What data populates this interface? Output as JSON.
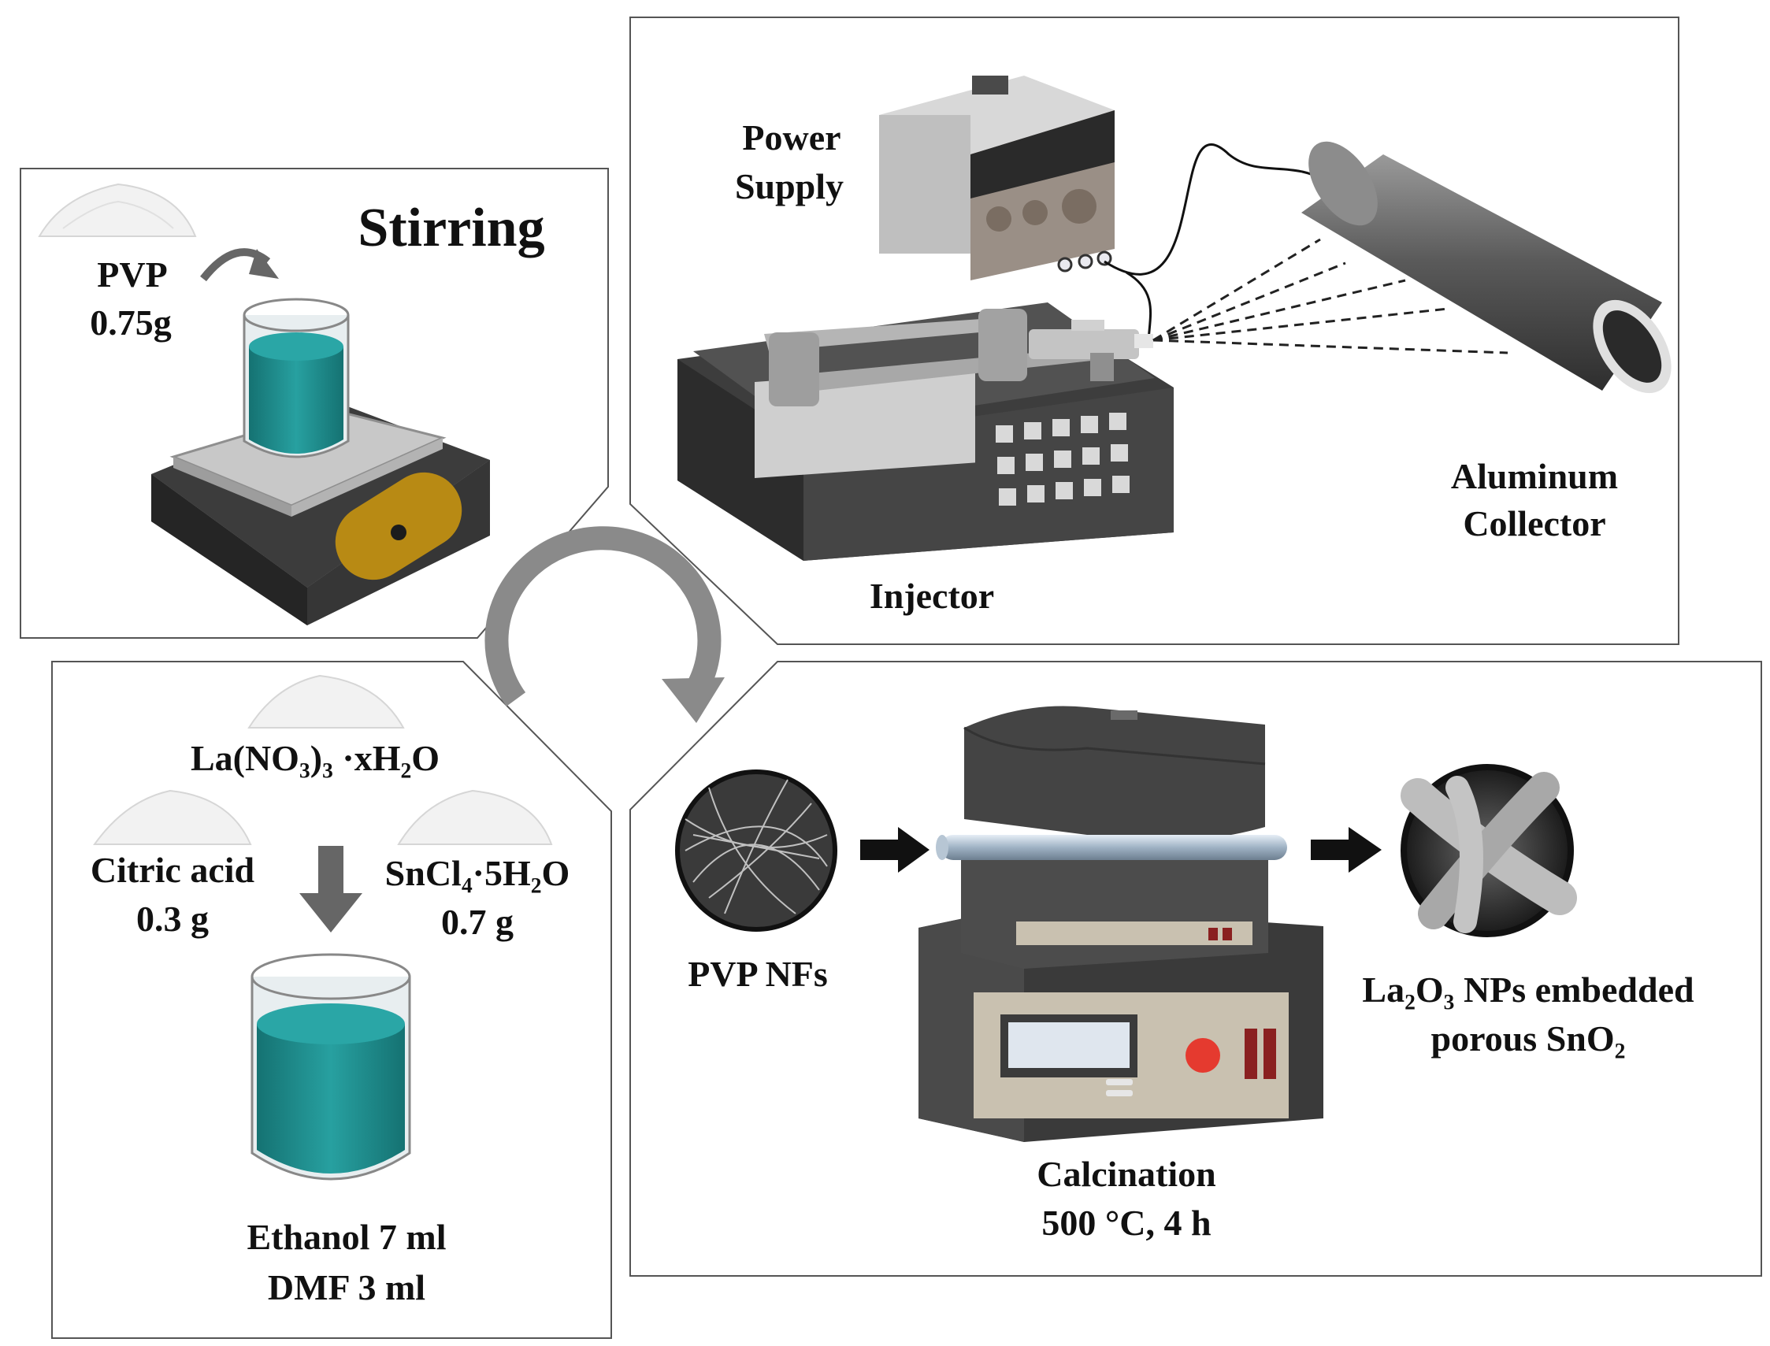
{
  "panels": {
    "stirring": {
      "title": "Stirring",
      "pvp_name": "PVP",
      "pvp_mass": "0.75g"
    },
    "electrospinning": {
      "power_supply_line1": "Power",
      "power_supply_line2": "Supply",
      "collector_line1": "Aluminum",
      "collector_line2": "Collector",
      "injector": "Injector"
    },
    "solution": {
      "la_salt": "La(NO₃)₃ ·xH₂O",
      "citric_name": "Citric acid",
      "citric_mass": "0.3 g",
      "sn_salt": "SnCl₄·5H₂O",
      "sn_mass": "0.7 g",
      "solvent_line1": "Ethanol 7 ml",
      "solvent_line2": "DMF 3 ml"
    },
    "calcination": {
      "fibers": "PVP NFs",
      "step_line1": "Calcination",
      "step_line2": "500 °C, 4 h",
      "product_line1": "La₂O₃ NPs embedded",
      "product_line2": "porous SnO₂"
    }
  },
  "colors": {
    "liquid": "#1f8f8f",
    "device_dark": "#3d3d3d",
    "device_mid": "#5e5e5e",
    "panel_stroke": "#555555",
    "accent_gold": "#b88a14",
    "cycle_arrow": "#8a8a8a"
  },
  "icons": [
    "powder-pile-icon",
    "curved-arrow-icon",
    "beaker-icon",
    "hotplate-stirrer-icon",
    "power-supply-icon",
    "syringe-pump-icon",
    "collector-tube-icon",
    "down-arrow-icon",
    "furnace-icon",
    "right-arrow-icon",
    "nanofiber-sem-icon",
    "porous-fiber-sem-icon",
    "cycle-arrow-icon"
  ]
}
